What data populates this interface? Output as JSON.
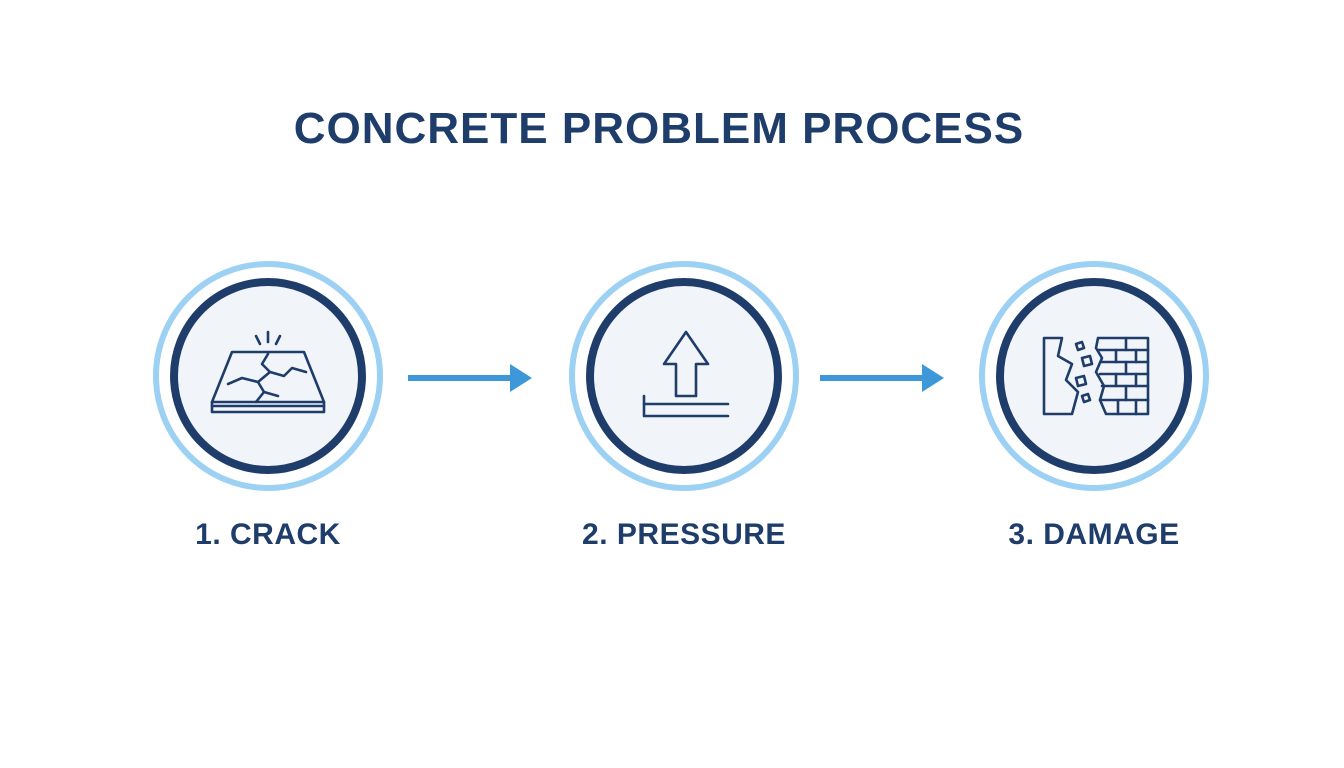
{
  "diagram": {
    "title": "CONCRETE PROBLEM PROCESS",
    "steps": [
      {
        "label": "1. CRACK",
        "icon": "cracked-slab-icon"
      },
      {
        "label": "2. PRESSURE",
        "icon": "upward-pressure-icon"
      },
      {
        "label": "3. DAMAGE",
        "icon": "crumbling-wall-icon"
      }
    ],
    "colors": {
      "title": "#1e3d6b",
      "ring_outer": "#9dd1f4",
      "ring_inner": "#1e3d6b",
      "circle_fill": "#f1f5f9",
      "arrow": "#3d97d8",
      "icon_stroke": "#1e3d6b"
    }
  }
}
